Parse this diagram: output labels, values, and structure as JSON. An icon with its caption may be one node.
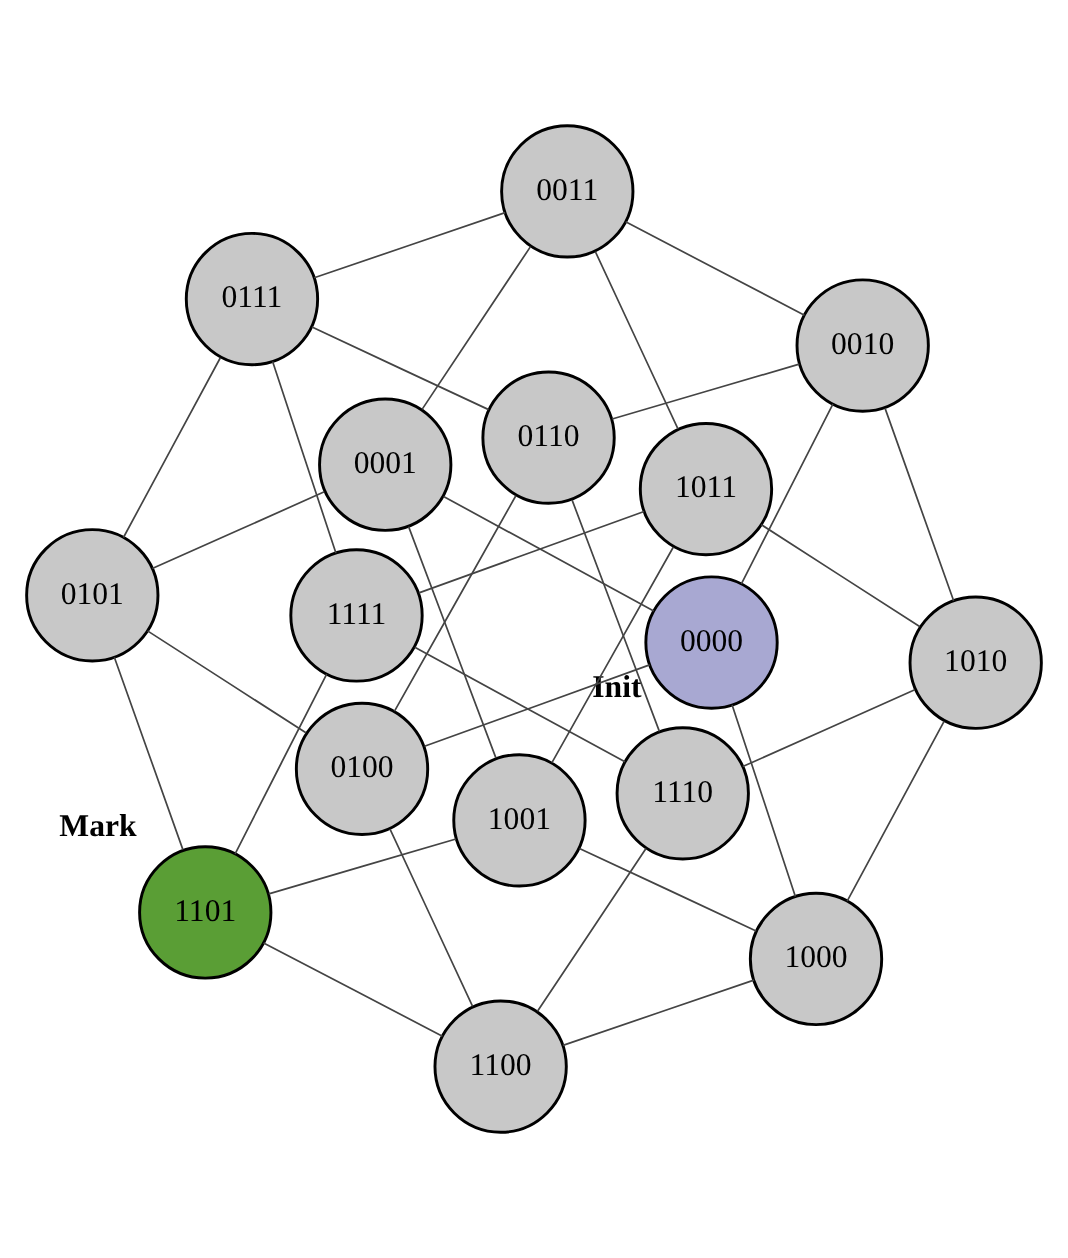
{
  "diagram": {
    "nodes": [
      {
        "text": [
          "0101"
        ]
      },
      {
        "text": [
          "0111"
        ]
      },
      {
        "text": [
          "0001"
        ]
      },
      {
        "text": [
          "0011"
        ]
      },
      {
        "text": [
          "1101"
        ],
        "beside": [
          "Mark"
        ]
      },
      {
        "text": [
          "1111"
        ]
      },
      {
        "text": [
          "1001"
        ]
      },
      {
        "text": [
          "1011"
        ]
      },
      {
        "text": [
          "1100"
        ]
      },
      {
        "text": [
          "1110"
        ]
      },
      {
        "text": [
          "0100"
        ]
      },
      {
        "text": [
          "0110"
        ]
      },
      {
        "text": [
          "1000"
        ]
      },
      {
        "text": [
          "1010"
        ]
      },
      {
        "text": [
          "0000"
        ],
        "beside": [
          "Init"
        ]
      },
      {
        "text": [
          "0010"
        ]
      }
    ],
    "edges": [
      {
        "from": 0,
        "to": 1,
        "arrow": "none"
      },
      {
        "from": 0,
        "to": 2,
        "arrow": "none"
      },
      {
        "from": 0,
        "to": 4,
        "arrow": "none"
      },
      {
        "from": 0,
        "to": 10,
        "arrow": "none"
      },
      {
        "from": 1,
        "to": 3,
        "arrow": "none"
      },
      {
        "from": 1,
        "to": 5,
        "arrow": "none"
      },
      {
        "from": 1,
        "to": 11,
        "arrow": "none"
      },
      {
        "from": 2,
        "to": 3,
        "arrow": "none"
      },
      {
        "from": 2,
        "to": 6,
        "arrow": "none"
      },
      {
        "from": 2,
        "to": 14,
        "arrow": "none"
      },
      {
        "from": 3,
        "to": 7,
        "arrow": "none"
      },
      {
        "from": 3,
        "to": 15,
        "arrow": "none"
      },
      {
        "from": 4,
        "to": 5,
        "arrow": "none"
      },
      {
        "from": 4,
        "to": 6,
        "arrow": "none"
      },
      {
        "from": 4,
        "to": 8,
        "arrow": "none"
      },
      {
        "from": 5,
        "to": 7,
        "arrow": "none"
      },
      {
        "from": 5,
        "to": 9,
        "arrow": "none"
      },
      {
        "from": 6,
        "to": 7,
        "arrow": "none"
      },
      {
        "from": 6,
        "to": 12,
        "arrow": "none"
      },
      {
        "from": 7,
        "to": 13,
        "arrow": "none"
      },
      {
        "from": 8,
        "to": 9,
        "arrow": "none"
      },
      {
        "from": 8,
        "to": 10,
        "arrow": "none"
      },
      {
        "from": 8,
        "to": 12,
        "arrow": "none"
      },
      {
        "from": 9,
        "to": 11,
        "arrow": "none"
      },
      {
        "from": 9,
        "to": 13,
        "arrow": "none"
      },
      {
        "from": 10,
        "to": 11,
        "arrow": "none"
      },
      {
        "from": 10,
        "to": 14,
        "arrow": "none"
      },
      {
        "from": 11,
        "to": 15,
        "arrow": "none"
      },
      {
        "from": 12,
        "to": 13,
        "arrow": "none"
      },
      {
        "from": 12,
        "to": 14,
        "arrow": "none"
      },
      {
        "from": 13,
        "to": 15,
        "arrow": "none"
      },
      {
        "from": 14,
        "to": 15,
        "arrow": "none"
      }
    ]
  }
}
